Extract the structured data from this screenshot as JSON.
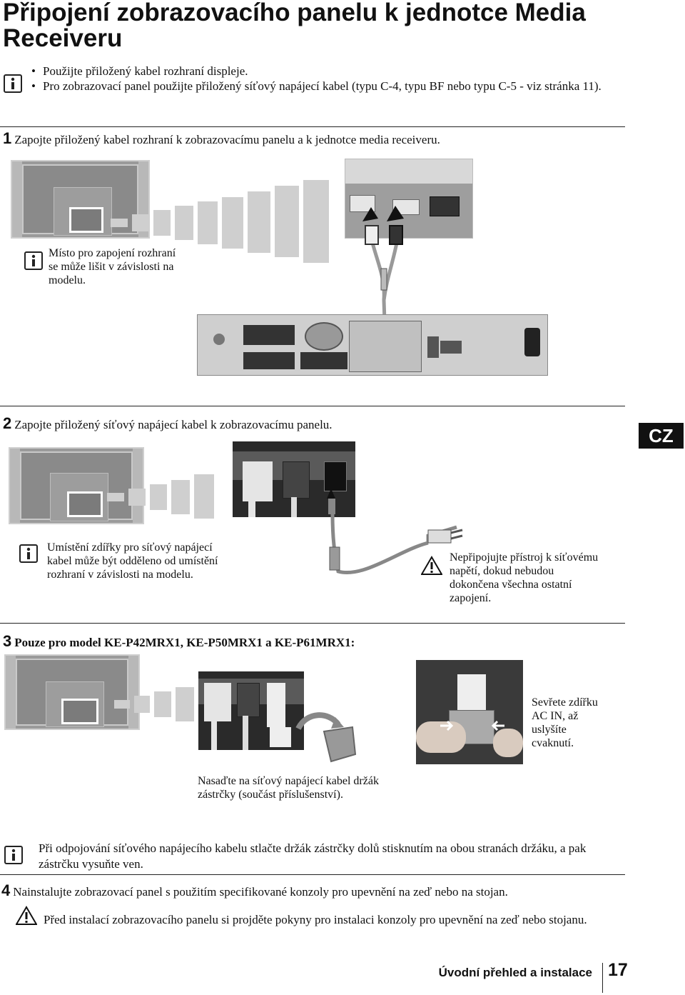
{
  "title": "Připojení zobrazovacího panelu k jednotce Media Receiveru",
  "intro_bullets": [
    "Použijte přiložený kabel rozhraní displeje.",
    "Pro zobrazovací panel použijte přiložený síťový napájecí kabel (typu C-4, typu BF nebo typu C-5 - viz stránka 11)."
  ],
  "steps": [
    {
      "number": "1",
      "text": "Zapojte přiložený kabel rozhraní k zobrazovacímu panelu a k jednotce media receiveru."
    },
    {
      "number": "2",
      "text": "Zapojte přiložený síťový napájecí kabel k zobrazovacímu panelu."
    },
    {
      "number": "3",
      "text": "Pouze pro model KE-P42MRX1, KE-P50MRX1 a KE-P61MRX1:"
    },
    {
      "number": "4",
      "text": "Nainstalujte zobrazovací panel s použitím specifikované konzoly pro upevnění na zeď nebo na stojan."
    }
  ],
  "notes": {
    "interface_location": "Místo pro zapojení rozhraní se může lišit v závislosti na modelu.",
    "power_location": "Umístění zdířky pro síťový napájecí kabel může být odděleno od umístění rozhraní v závislosti na modelu.",
    "warning_connect": "Nepřipojujte přístroj k síťovému napětí, dokud nebudou dokončena všechna ostatní zapojení.",
    "squeeze_ac": "Sevřete zdířku AC IN, až uslyšíte cvaknutí.",
    "holder": "Nasaďte na síťový napájecí kabel držák zástrčky (součást příslušenství).",
    "disconnect": "Při odpojování síťového napájecího kabelu stlačte držák zástrčky dolů stisknutím na obou stranách držáku, a pak zástrčku vysuňte ven.",
    "warning_install": "Před instalací zobrazovacího panelu si projděte pokyny pro instalaci konzoly pro upevnění na zeď nebo stojanu."
  },
  "language_tab": "CZ",
  "footer": {
    "section": "Úvodní přehled a instalace",
    "page": "17"
  },
  "icons": [
    "info-icon",
    "warning-icon"
  ]
}
